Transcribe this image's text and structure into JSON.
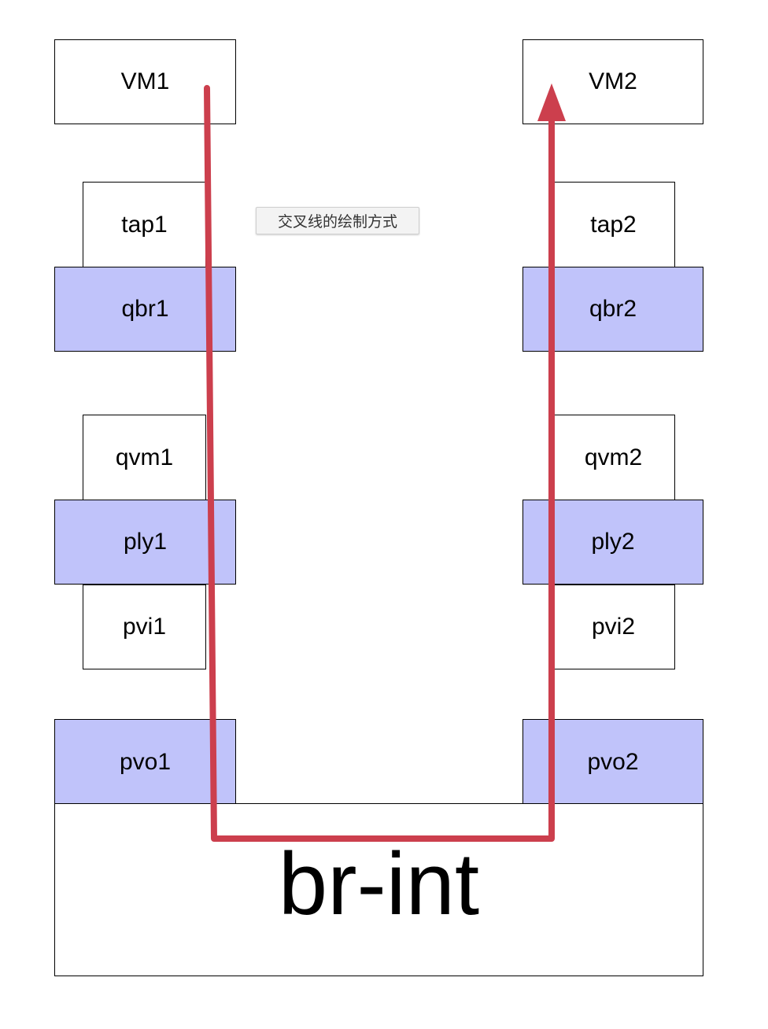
{
  "nodes": {
    "vm1": "VM1",
    "vm2": "VM2",
    "tap1": "tap1",
    "tap2": "tap2",
    "qbr1": "qbr1",
    "qbr2": "qbr2",
    "qvm1": "qvm1",
    "qvm2": "qvm2",
    "ply1": "ply1",
    "ply2": "ply2",
    "pvi1": "pvi1",
    "pvi2": "pvi2",
    "pvo1": "pvo1",
    "pvo2": "pvo2",
    "br_int": "br-int"
  },
  "tooltip": "交叉线的绘制方式",
  "colors": {
    "highlight_fill": "#c0c3fa",
    "path_line": "#cc3f4d",
    "border": "#000000",
    "background": "#ffffff"
  }
}
